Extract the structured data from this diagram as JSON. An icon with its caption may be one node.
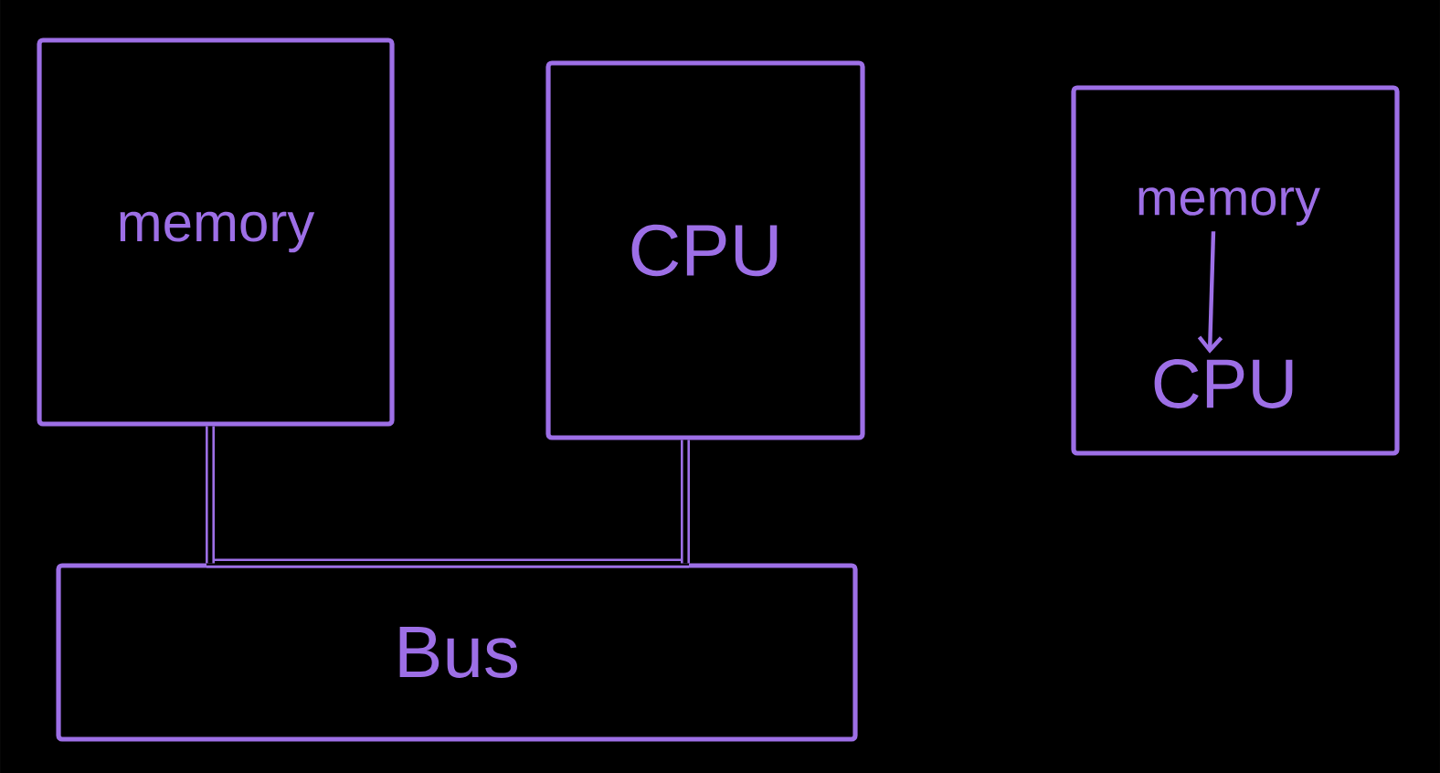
{
  "diagram": {
    "nodes": [
      {
        "text": [
          "memory"
        ]
      },
      {
        "text": [
          "CPU"
        ]
      },
      {
        "text": [
          "Bus"
        ]
      },
      {
        "text": [],
        "shape": "box"
      },
      {
        "text": [
          "memory"
        ],
        "in": 3
      },
      {
        "text": [
          "CPU"
        ],
        "in": 3
      }
    ],
    "edges": [
      {
        "from": 0,
        "to": 2,
        "arrow": "none"
      },
      {
        "from": 1,
        "to": 2,
        "arrow": "none"
      },
      {
        "from": 4,
        "to": 5,
        "arrow": "to"
      }
    ]
  }
}
